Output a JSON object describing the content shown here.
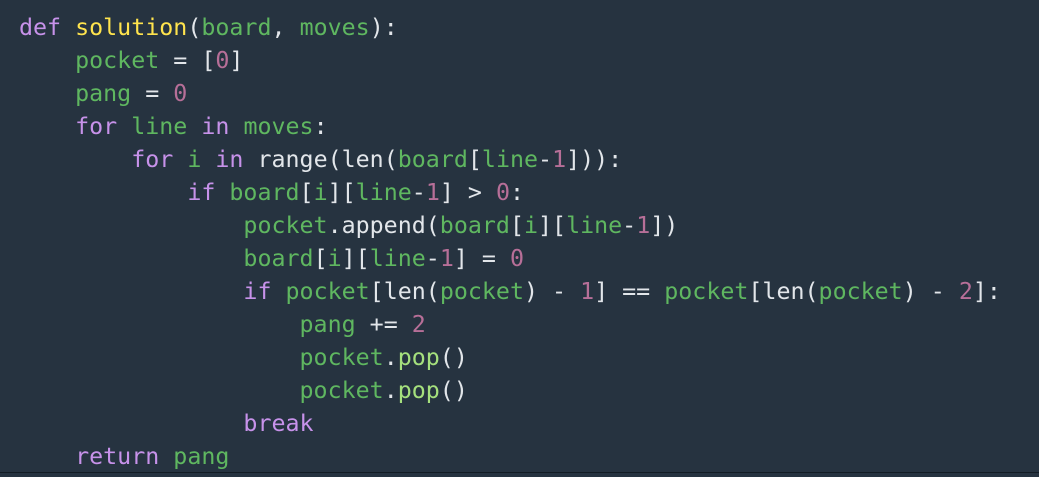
{
  "colors": {
    "background": "#263340",
    "keyword": "#c792ea",
    "function": "#ffe44d",
    "variable": "#5fb760",
    "number": "#b76f98",
    "method": "#a5e07d",
    "operator": "#e2e6ea",
    "bracket_a": "#e2e6ea",
    "bracket_b": "#e2e6ea"
  },
  "code_lines": [
    {
      "indent": "",
      "tokens": [
        {
          "t": "def",
          "k": "keyword"
        },
        {
          "t": " ",
          "k": "plain"
        },
        {
          "t": "solution",
          "k": "function"
        },
        {
          "t": "(",
          "k": "plain"
        },
        {
          "t": "board",
          "k": "variable"
        },
        {
          "t": ", ",
          "k": "plain"
        },
        {
          "t": "moves",
          "k": "variable"
        },
        {
          "t": "):",
          "k": "plain"
        }
      ]
    },
    {
      "indent": "    ",
      "tokens": [
        {
          "t": "pocket",
          "k": "variable"
        },
        {
          "t": " = [",
          "k": "plain"
        },
        {
          "t": "0",
          "k": "number"
        },
        {
          "t": "]",
          "k": "plain"
        }
      ]
    },
    {
      "indent": "    ",
      "tokens": [
        {
          "t": "pang",
          "k": "variable"
        },
        {
          "t": " = ",
          "k": "plain"
        },
        {
          "t": "0",
          "k": "number"
        }
      ]
    },
    {
      "indent": "    ",
      "tokens": [
        {
          "t": "for",
          "k": "keyword"
        },
        {
          "t": " ",
          "k": "plain"
        },
        {
          "t": "line",
          "k": "variable"
        },
        {
          "t": " ",
          "k": "plain"
        },
        {
          "t": "in",
          "k": "keyword"
        },
        {
          "t": " ",
          "k": "plain"
        },
        {
          "t": "moves",
          "k": "variable"
        },
        {
          "t": ":",
          "k": "plain"
        }
      ]
    },
    {
      "indent": "        ",
      "tokens": [
        {
          "t": "for",
          "k": "keyword"
        },
        {
          "t": " ",
          "k": "plain"
        },
        {
          "t": "i",
          "k": "variable"
        },
        {
          "t": " ",
          "k": "plain"
        },
        {
          "t": "in",
          "k": "keyword"
        },
        {
          "t": " range(len(",
          "k": "plain"
        },
        {
          "t": "board",
          "k": "variable"
        },
        {
          "t": "[",
          "k": "plain"
        },
        {
          "t": "line",
          "k": "variable"
        },
        {
          "t": "-",
          "k": "plain"
        },
        {
          "t": "1",
          "k": "number"
        },
        {
          "t": "])):",
          "k": "plain"
        }
      ]
    },
    {
      "indent": "            ",
      "tokens": [
        {
          "t": "if",
          "k": "keyword"
        },
        {
          "t": " ",
          "k": "plain"
        },
        {
          "t": "board",
          "k": "variable"
        },
        {
          "t": "[",
          "k": "plain"
        },
        {
          "t": "i",
          "k": "variable"
        },
        {
          "t": "][",
          "k": "plain"
        },
        {
          "t": "line",
          "k": "variable"
        },
        {
          "t": "-",
          "k": "plain"
        },
        {
          "t": "1",
          "k": "number"
        },
        {
          "t": "] > ",
          "k": "plain"
        },
        {
          "t": "0",
          "k": "number"
        },
        {
          "t": ":",
          "k": "plain"
        }
      ]
    },
    {
      "indent": "                ",
      "tokens": [
        {
          "t": "pocket",
          "k": "variable"
        },
        {
          "t": ".append(",
          "k": "plain"
        },
        {
          "t": "board",
          "k": "variable"
        },
        {
          "t": "[",
          "k": "plain"
        },
        {
          "t": "i",
          "k": "variable"
        },
        {
          "t": "][",
          "k": "plain"
        },
        {
          "t": "line",
          "k": "variable"
        },
        {
          "t": "-",
          "k": "plain"
        },
        {
          "t": "1",
          "k": "number"
        },
        {
          "t": "])",
          "k": "plain"
        }
      ]
    },
    {
      "indent": "                ",
      "tokens": [
        {
          "t": "board",
          "k": "variable"
        },
        {
          "t": "[",
          "k": "plain"
        },
        {
          "t": "i",
          "k": "variable"
        },
        {
          "t": "][",
          "k": "plain"
        },
        {
          "t": "line",
          "k": "variable"
        },
        {
          "t": "-",
          "k": "plain"
        },
        {
          "t": "1",
          "k": "number"
        },
        {
          "t": "] = ",
          "k": "plain"
        },
        {
          "t": "0",
          "k": "number"
        }
      ]
    },
    {
      "indent": "                ",
      "tokens": [
        {
          "t": "if",
          "k": "keyword"
        },
        {
          "t": " ",
          "k": "plain"
        },
        {
          "t": "pocket",
          "k": "variable"
        },
        {
          "t": "[len(",
          "k": "plain"
        },
        {
          "t": "pocket",
          "k": "variable"
        },
        {
          "t": ") - ",
          "k": "plain"
        },
        {
          "t": "1",
          "k": "number"
        },
        {
          "t": "] == ",
          "k": "plain"
        },
        {
          "t": "pocket",
          "k": "variable"
        },
        {
          "t": "[len(",
          "k": "plain"
        },
        {
          "t": "pocket",
          "k": "variable"
        },
        {
          "t": ") - ",
          "k": "plain"
        },
        {
          "t": "2",
          "k": "number"
        },
        {
          "t": "]:",
          "k": "plain"
        }
      ]
    },
    {
      "indent": "                    ",
      "tokens": [
        {
          "t": "pang",
          "k": "variable"
        },
        {
          "t": " += ",
          "k": "plain"
        },
        {
          "t": "2",
          "k": "number"
        }
      ]
    },
    {
      "indent": "                    ",
      "tokens": [
        {
          "t": "pocket",
          "k": "variable"
        },
        {
          "t": ".",
          "k": "plain"
        },
        {
          "t": "pop",
          "k": "method"
        },
        {
          "t": "()",
          "k": "plain"
        }
      ]
    },
    {
      "indent": "                    ",
      "tokens": [
        {
          "t": "pocket",
          "k": "variable"
        },
        {
          "t": ".",
          "k": "plain"
        },
        {
          "t": "pop",
          "k": "method"
        },
        {
          "t": "()",
          "k": "plain"
        }
      ]
    },
    {
      "indent": "                ",
      "tokens": [
        {
          "t": "break",
          "k": "keyword"
        }
      ]
    },
    {
      "indent": "    ",
      "tokens": [
        {
          "t": "return",
          "k": "keyword"
        },
        {
          "t": " ",
          "k": "plain"
        },
        {
          "t": "pang",
          "k": "variable"
        }
      ]
    }
  ]
}
